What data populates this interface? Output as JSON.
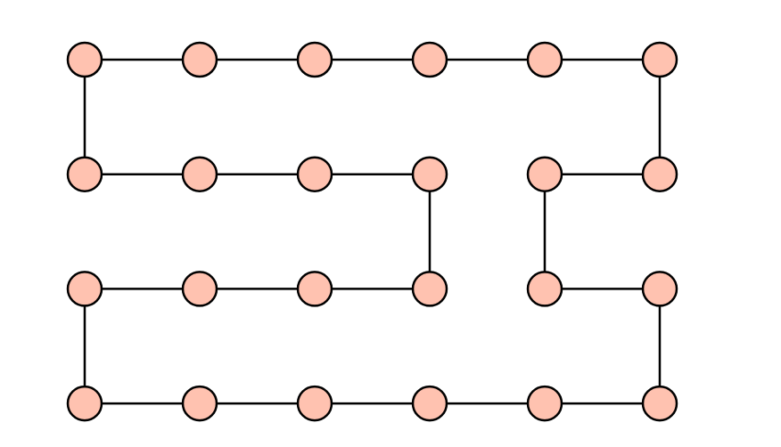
{
  "colors": {
    "background": "#ffffff",
    "node_fill": "#ffc2b0",
    "node_stroke": "#000000",
    "edge": "#000000"
  },
  "graph": {
    "grid_columns": 6,
    "grid_rows": 4,
    "nodes": [
      {
        "id": "r0c0",
        "col": 0,
        "row": 0
      },
      {
        "id": "r0c1",
        "col": 1,
        "row": 0
      },
      {
        "id": "r0c2",
        "col": 2,
        "row": 0
      },
      {
        "id": "r0c3",
        "col": 3,
        "row": 0
      },
      {
        "id": "r0c4",
        "col": 4,
        "row": 0
      },
      {
        "id": "r0c5",
        "col": 5,
        "row": 0
      },
      {
        "id": "r1c0",
        "col": 0,
        "row": 1
      },
      {
        "id": "r1c1",
        "col": 1,
        "row": 1
      },
      {
        "id": "r1c2",
        "col": 2,
        "row": 1
      },
      {
        "id": "r1c3",
        "col": 3,
        "row": 1
      },
      {
        "id": "r1c4",
        "col": 4,
        "row": 1
      },
      {
        "id": "r1c5",
        "col": 5,
        "row": 1
      },
      {
        "id": "r2c0",
        "col": 0,
        "row": 2
      },
      {
        "id": "r2c1",
        "col": 1,
        "row": 2
      },
      {
        "id": "r2c2",
        "col": 2,
        "row": 2
      },
      {
        "id": "r2c3",
        "col": 3,
        "row": 2
      },
      {
        "id": "r2c4",
        "col": 4,
        "row": 2
      },
      {
        "id": "r2c5",
        "col": 5,
        "row": 2
      },
      {
        "id": "r3c0",
        "col": 0,
        "row": 3
      },
      {
        "id": "r3c1",
        "col": 1,
        "row": 3
      },
      {
        "id": "r3c2",
        "col": 2,
        "row": 3
      },
      {
        "id": "r3c3",
        "col": 3,
        "row": 3
      },
      {
        "id": "r3c4",
        "col": 4,
        "row": 3
      },
      {
        "id": "r3c5",
        "col": 5,
        "row": 3
      }
    ],
    "edges": [
      [
        "r0c0",
        "r0c1"
      ],
      [
        "r0c1",
        "r0c2"
      ],
      [
        "r0c2",
        "r0c3"
      ],
      [
        "r0c3",
        "r0c4"
      ],
      [
        "r0c4",
        "r0c5"
      ],
      [
        "r0c0",
        "r1c0"
      ],
      [
        "r0c5",
        "r1c5"
      ],
      [
        "r1c0",
        "r1c1"
      ],
      [
        "r1c1",
        "r1c2"
      ],
      [
        "r1c2",
        "r1c3"
      ],
      [
        "r1c4",
        "r1c5"
      ],
      [
        "r1c3",
        "r2c3"
      ],
      [
        "r1c4",
        "r2c4"
      ],
      [
        "r2c0",
        "r2c1"
      ],
      [
        "r2c1",
        "r2c2"
      ],
      [
        "r2c2",
        "r2c3"
      ],
      [
        "r2c4",
        "r2c5"
      ],
      [
        "r2c0",
        "r3c0"
      ],
      [
        "r2c5",
        "r3c5"
      ],
      [
        "r3c0",
        "r3c1"
      ],
      [
        "r3c1",
        "r3c2"
      ],
      [
        "r3c2",
        "r3c3"
      ],
      [
        "r3c3",
        "r3c4"
      ],
      [
        "r3c4",
        "r3c5"
      ]
    ]
  }
}
